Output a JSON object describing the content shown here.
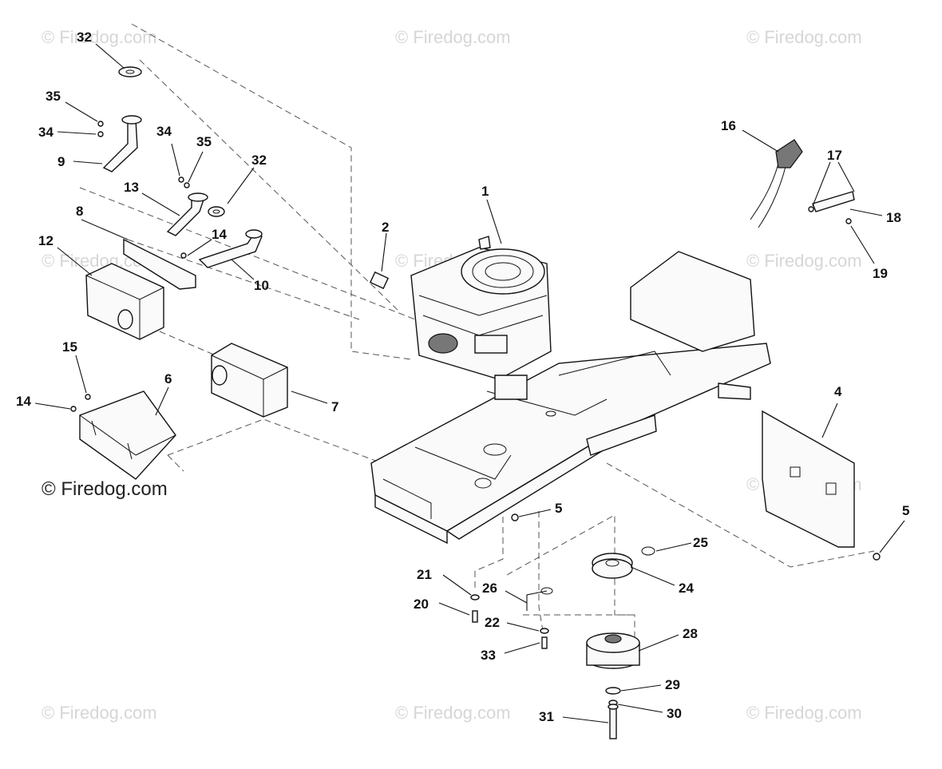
{
  "watermark": {
    "text": "© Firedog.com",
    "main_text": "© Firedog.com"
  },
  "callouts": {
    "c1": "1",
    "c2": "2",
    "c4": "4",
    "c5a": "5",
    "c5b": "5",
    "c6": "6",
    "c7": "7",
    "c8": "8",
    "c9": "9",
    "c10": "10",
    "c12": "12",
    "c13": "13",
    "c14a": "14",
    "c14b": "14",
    "c15": "15",
    "c16": "16",
    "c17": "17",
    "c18": "18",
    "c19": "19",
    "c20": "20",
    "c21": "21",
    "c22": "22",
    "c24": "24",
    "c25": "25",
    "c26": "26",
    "c28": "28",
    "c29": "29",
    "c30": "30",
    "c31": "31",
    "c32a": "32",
    "c32b": "32",
    "c33": "33",
    "c34a": "34",
    "c34b": "34",
    "c35a": "35",
    "c35b": "35"
  }
}
